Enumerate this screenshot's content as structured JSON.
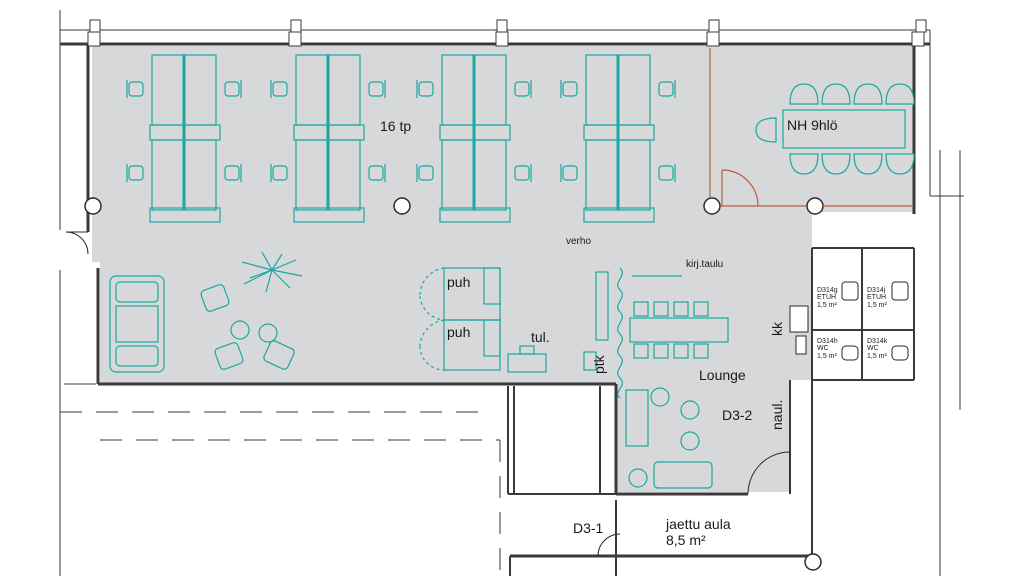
{
  "rooms": {
    "open_office": "16 tp",
    "meeting": "NH 9hlö",
    "phone_1": "puh",
    "phone_2": "puh",
    "printer": "tul.",
    "pantry": "ptk",
    "lounge": "Lounge",
    "zone": "D3-2",
    "zone_other": "D3-1",
    "kitchen": "kk",
    "coat_rack": "naul.",
    "lobby": "jaettu aula",
    "lobby_area": "8,5 m²"
  },
  "annotations": {
    "curtain": "verho",
    "whiteboard": "kirj.taulu"
  },
  "wc": [
    {
      "code": "D314g",
      "type": "ETUH",
      "size": "1,5 m²"
    },
    {
      "code": "D314j",
      "type": "ETUH",
      "size": "1,5 m²"
    },
    {
      "code": "D314h",
      "type": "WC",
      "size": "1,5 m²"
    },
    {
      "code": "D314k",
      "type": "WC",
      "size": "1,5 m²"
    }
  ],
  "colors": {
    "floor": "#d7d8da",
    "wall": "#3a3a3a",
    "furniture": "#1aa8a0",
    "door_accent": "#b5623c"
  }
}
